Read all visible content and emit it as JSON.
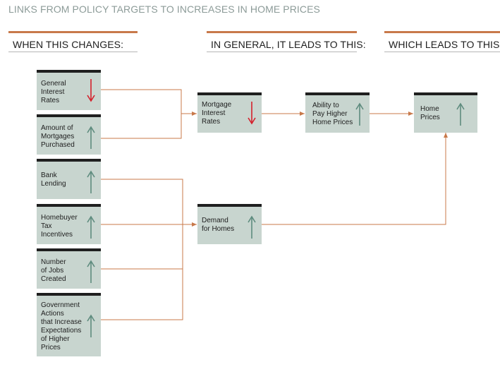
{
  "title": "LINKS FROM POLICY TARGETS TO INCREASES IN HOME PRICES",
  "columns": {
    "col1": "WHEN THIS CHANGES:",
    "col2": "IN GENERAL, IT LEADS TO THIS:",
    "col3": "WHICH LEADS TO THIS:"
  },
  "nodes": {
    "general_interest_rates": {
      "label": "General\nInterest\nRates",
      "direction": "down"
    },
    "amount_of_mortgages": {
      "label": "Amount of\nMortgages\nPurchased",
      "direction": "up"
    },
    "bank_lending": {
      "label": "Bank\nLending",
      "direction": "up"
    },
    "homebuyer_tax_incentives": {
      "label": "Homebuyer\nTax\nIncentives",
      "direction": "up"
    },
    "number_of_jobs": {
      "label": "Number\nof Jobs\nCreated",
      "direction": "up"
    },
    "government_actions": {
      "label": "Government\nActions\nthat Increase\nExpectations\nof Higher\nPrices",
      "direction": "up"
    },
    "mortgage_interest_rates": {
      "label": "Mortgage\nInterest\nRates",
      "direction": "down"
    },
    "demand_for_homes": {
      "label": "Demand\nfor Homes",
      "direction": "up"
    },
    "ability_to_pay": {
      "label": "Ability to\nPay Higher\nHome Prices",
      "direction": "up"
    },
    "home_prices": {
      "label": "Home\nPrices",
      "direction": "up"
    }
  },
  "colors": {
    "box_fill": "#c8d5cf",
    "connector": "#c8794a",
    "arrow_up": "#5e8b7e",
    "arrow_down": "#d4202c",
    "header_rule": "#c8794a"
  },
  "edges": [
    [
      "general_interest_rates",
      "mortgage_interest_rates"
    ],
    [
      "amount_of_mortgages",
      "mortgage_interest_rates"
    ],
    [
      "mortgage_interest_rates",
      "ability_to_pay"
    ],
    [
      "ability_to_pay",
      "home_prices"
    ],
    [
      "bank_lending",
      "demand_for_homes"
    ],
    [
      "homebuyer_tax_incentives",
      "demand_for_homes"
    ],
    [
      "number_of_jobs",
      "demand_for_homes"
    ],
    [
      "government_actions",
      "demand_for_homes"
    ],
    [
      "demand_for_homes",
      "home_prices"
    ]
  ]
}
